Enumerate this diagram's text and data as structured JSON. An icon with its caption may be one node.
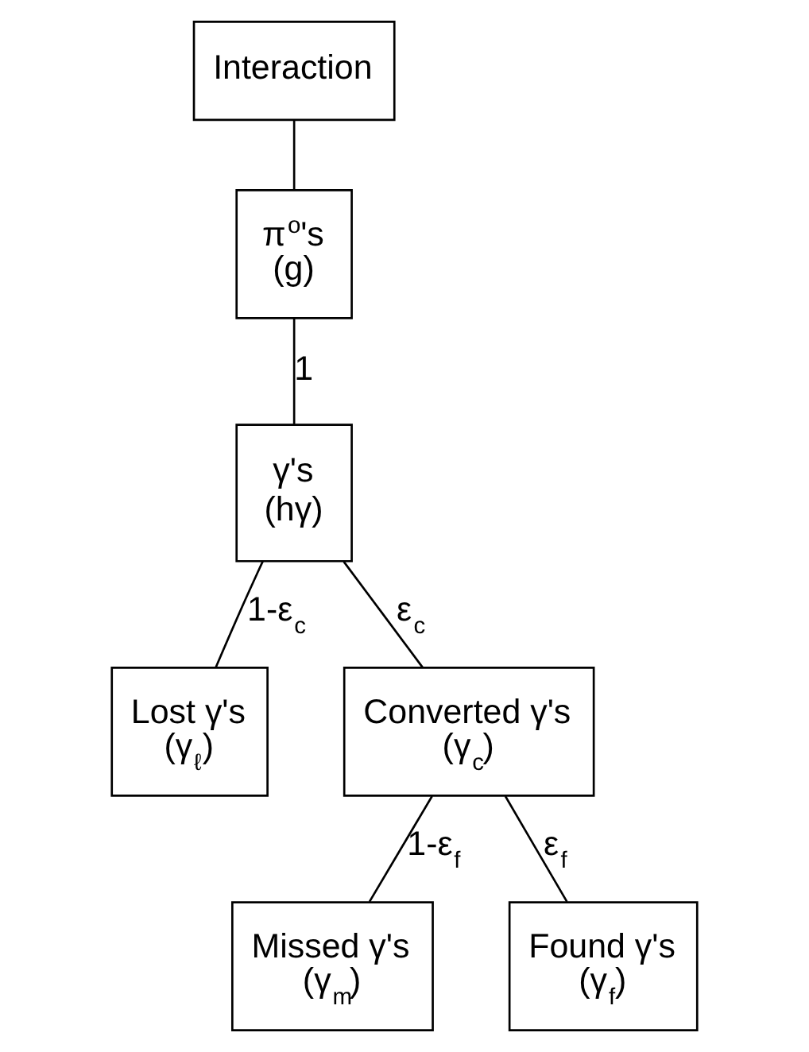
{
  "diagram": {
    "nodes": [
      {
        "text": [
          "Interaction"
        ]
      },
      {
        "text": [
          "π$^{o}$'s",
          "(g)"
        ]
      },
      {
        "text": [
          "γ's",
          "(hγ)"
        ]
      },
      {
        "text": [
          "Lost γ's",
          "(γ$_{ℓ}$)"
        ]
      },
      {
        "text": [
          "Converted γ's",
          "(γ$_{c}$)"
        ]
      },
      {
        "text": [
          "Missed γ's",
          "(γ$_{m}$)"
        ]
      },
      {
        "text": [
          "Found γ's",
          "(γ$_{f}$)"
        ]
      }
    ],
    "edges": [
      {
        "from": 0,
        "to": 1,
        "arrow": "none"
      },
      {
        "from": 1,
        "to": 2,
        "arrow": "none",
        "label": "1"
      },
      {
        "from": 2,
        "to": 3,
        "arrow": "none",
        "label": "1-ε$_{c}$"
      },
      {
        "from": 2,
        "to": 4,
        "arrow": "none",
        "label": "ε$_{c}$"
      },
      {
        "from": 4,
        "to": 5,
        "arrow": "none",
        "label": "1-ε$_{f}$"
      },
      {
        "from": 4,
        "to": 6,
        "arrow": "none",
        "label": "ε$_{f}$"
      }
    ]
  }
}
